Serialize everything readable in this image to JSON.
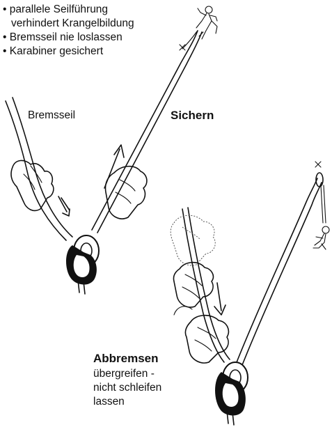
{
  "tips": [
    "• parallele Seilführung",
    "  verhindert Krangelbildung",
    "• Bremsseil nie loslassen",
    "• Karabiner gesichert"
  ],
  "labels": {
    "brake_rope": "Bremsseil",
    "belay_title": "Sichern",
    "braking_title": "Abbremsen",
    "braking_lines": [
      "übergreifen -",
      "nicht schleifen",
      "lassen"
    ]
  },
  "icons": {
    "top_climber": "climber-icon",
    "bottom_climber": "hanging-climber-icon",
    "anchor_mark": "anchor-x-icon",
    "device": "belay-device-icon",
    "carabiner": "carabiner-icon",
    "arrow": "arrow-icon",
    "hand": "hand-icon"
  }
}
